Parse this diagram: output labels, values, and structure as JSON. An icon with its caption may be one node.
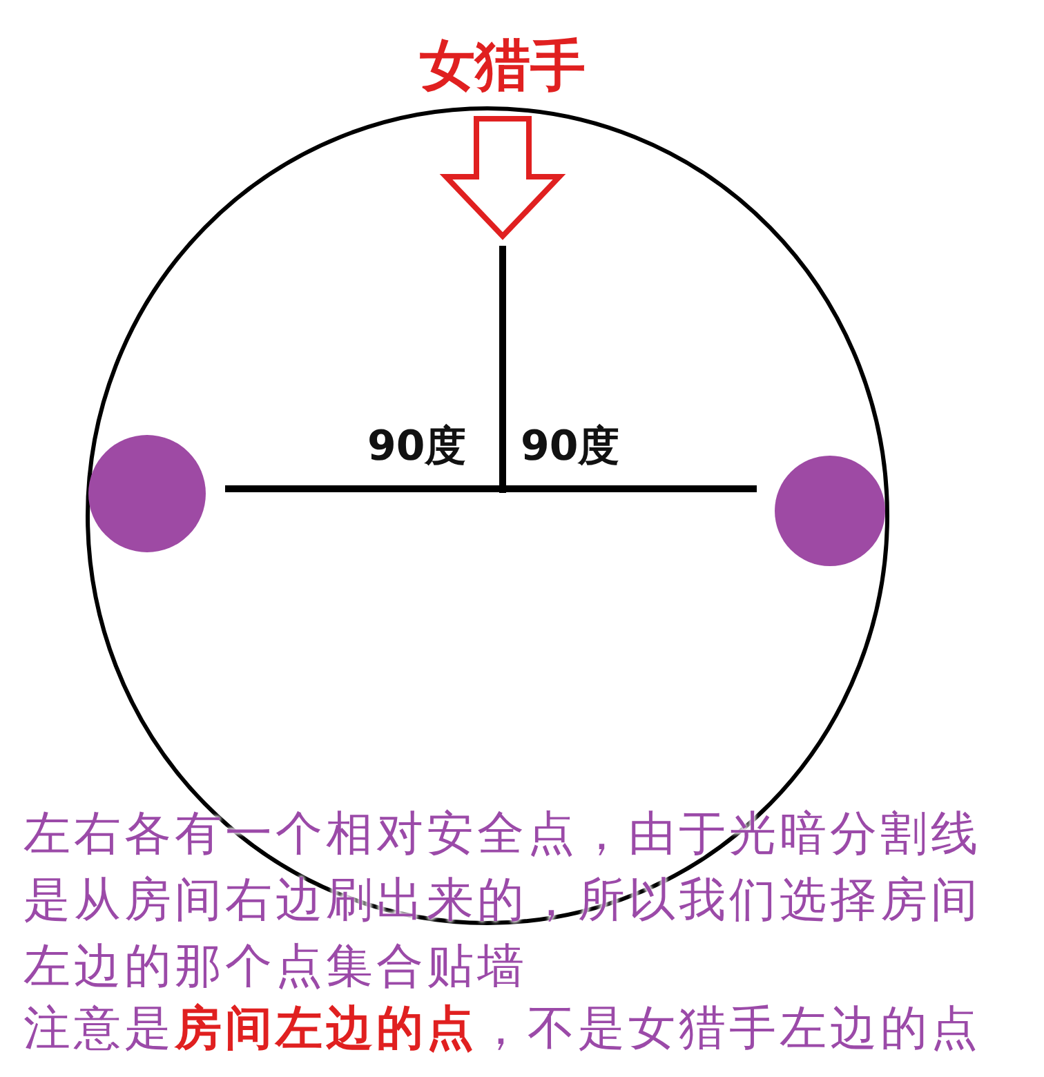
{
  "diagram": {
    "title": "女猎手",
    "nodes": [
      {
        "text": [],
        "shape": "circle"
      },
      {
        "text": [],
        "shape": "circle",
        "in": 0
      },
      {
        "text": [],
        "shape": "circle",
        "in": 0
      }
    ],
    "labels": [
      "90度",
      "90度",
      "左右各有一个相对安全点，由于光暗分割线是从房间右边刷出来的，所以我们选择房间左边的那个点集合贴墙",
      "注意是**房间左边的点**，不是女猎手左边的点"
    ]
  }
}
